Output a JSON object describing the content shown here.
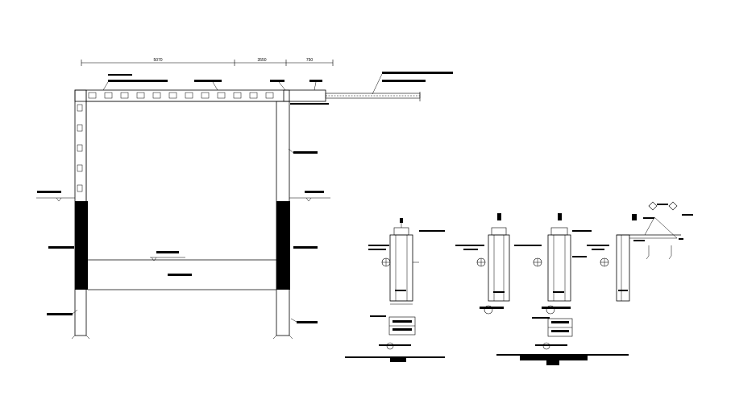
{
  "elevation": {
    "dimensions": {
      "span_left": "5070",
      "span_mid": "3550",
      "span_right": "750"
    }
  }
}
